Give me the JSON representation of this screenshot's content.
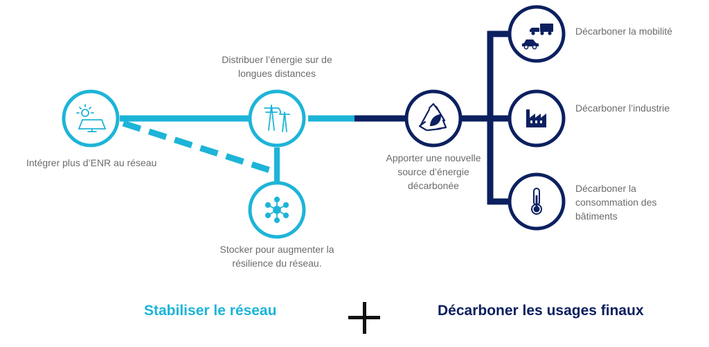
{
  "nodes": {
    "renewables": {
      "label": "Intégrer plus d’ENR au réseau",
      "icon": "solar-panel-icon",
      "color": "#1db4d8"
    },
    "distribution": {
      "label": [
        "Distribuer l’énergie sur de",
        "longues distances"
      ],
      "icon": "power-pylon-icon",
      "color": "#1db4d8"
    },
    "storage": {
      "label": [
        "Stocker pour augmenter la",
        "résilience du réseau."
      ],
      "icon": "network-hub-icon",
      "color": "#1db4d8"
    },
    "decarbonized_source": {
      "label": [
        "Apporter une nouvelle",
        "source d’énergie",
        "décarbonée"
      ],
      "icon": "recycle-leaf-icon",
      "color": "#0c2060"
    },
    "mobility": {
      "label": "Décarboner la mobilité",
      "icon": "truck-car-icon",
      "color": "#0c2060"
    },
    "industry": {
      "label": "Décarboner l’industrie",
      "icon": "factory-icon",
      "color": "#0c2060"
    },
    "buildings": {
      "label": [
        "Décarboner la",
        "consommation des",
        "bâtiments"
      ],
      "icon": "thermometer-icon",
      "color": "#0c2060"
    }
  },
  "footer": {
    "left": "Stabiliser le réseau",
    "plus": "+",
    "right": "Décarboner les usages finaux"
  },
  "colors": {
    "cyan": "#1db4d8",
    "navy": "#0c2060",
    "text": "#6b6b6b"
  }
}
